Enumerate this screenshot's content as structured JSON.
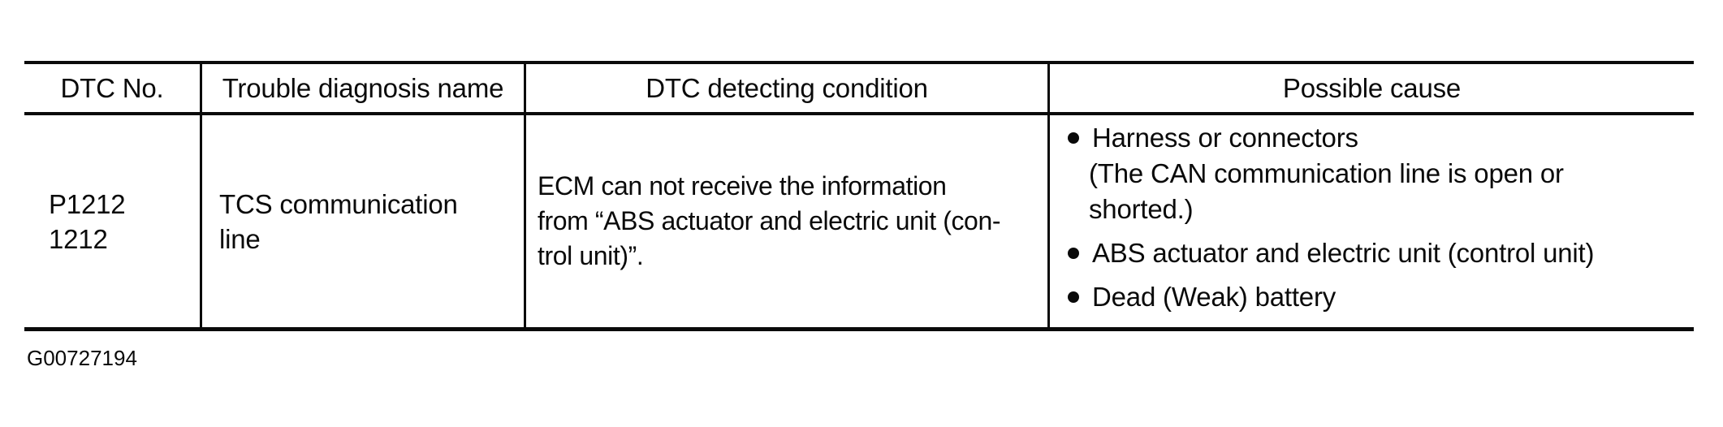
{
  "table": {
    "headers": {
      "dtc_no": "DTC No.",
      "trouble_diagnosis_name": "Trouble diagnosis name",
      "dtc_detecting_condition": "DTC detecting condition",
      "possible_cause": "Possible cause"
    },
    "row": {
      "dtc_no_lines": [
        "P1212",
        "1212"
      ],
      "trouble_name_lines": [
        "TCS communication",
        "line"
      ],
      "detecting_condition_lines": [
        "ECM can not receive the information",
        "from “ABS actuator and electric unit (con-",
        "trol unit)”."
      ],
      "possible_causes": [
        {
          "lines": [
            "Harness or connectors",
            "(The CAN communication line is open or",
            "shorted.)"
          ]
        },
        {
          "lines": [
            "ABS actuator and electric unit (control unit)"
          ]
        },
        {
          "lines": [
            "Dead (Weak) battery"
          ]
        }
      ]
    }
  },
  "figure_id": "G00727194",
  "colors": {
    "ink": "#0a0a0a",
    "paper": "#ffffff"
  }
}
